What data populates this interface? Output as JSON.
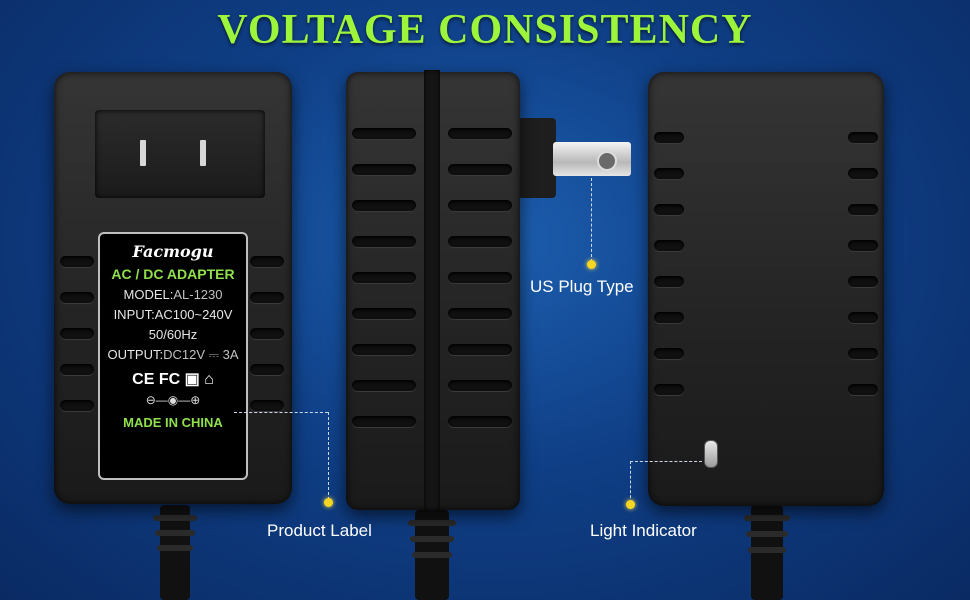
{
  "title": "VOLTAGE CONSISTENCY",
  "product_label": {
    "brand": "Facmogu",
    "type": "AC / DC ADAPTER",
    "model_key": "MODEL:",
    "model_val": "AL-1230",
    "input_key": "INPUT:",
    "input_val": "AC100~240V",
    "freq": "50/60Hz",
    "output_key": "OUTPUT:",
    "output_val": "DC12V",
    "output_sym": "⎓",
    "output_amp": "3A",
    "marks": "CE FC ▣ ⌂",
    "polarity": "⊖—◉—⊕",
    "origin": "MADE IN CHINA"
  },
  "callouts": {
    "plug": "US Plug Type",
    "label": "Product Label",
    "light": "Light Indicator"
  },
  "colors": {
    "title": "#9cf53a",
    "label_green": "#8fe04a",
    "dot": "#f5d623"
  }
}
